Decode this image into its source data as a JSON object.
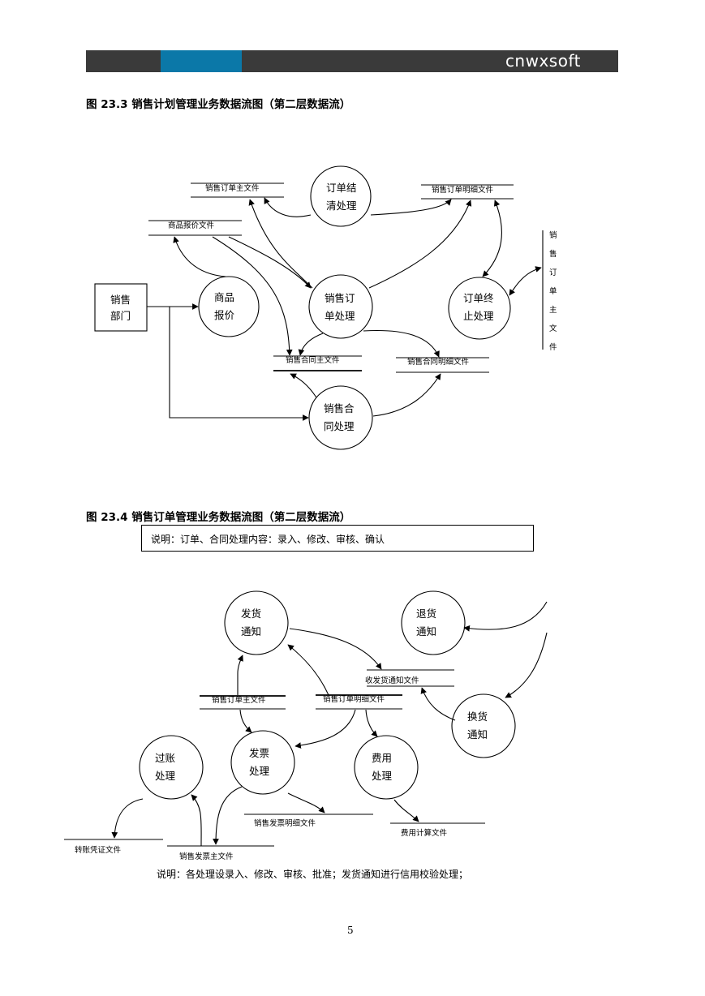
{
  "header": {
    "brand": "cnwxsoft"
  },
  "figure1": {
    "title": "图 23.3  销售计划管理业务数据流图（第二层数据流）",
    "entities": {
      "sales_dept": [
        "销售",
        "部门"
      ]
    },
    "processes": {
      "order_settle": [
        "订单结",
        "清处理"
      ],
      "quote": [
        "商品",
        "报价"
      ],
      "order_proc": [
        "销售订",
        "单处理"
      ],
      "order_end": [
        "订单终",
        "止处理"
      ],
      "contract_proc": [
        "销售合",
        "同处理"
      ]
    },
    "stores": {
      "order_main": "销售订单主文件",
      "order_detail": "销售订单明细文件",
      "price_file": "商品报价文件",
      "contract_main": "销售合同主文件",
      "contract_detail": "销售合同明细文件",
      "vertical_order_main": [
        "销",
        "售",
        "订",
        "单",
        "主",
        "文",
        "件"
      ]
    }
  },
  "figure2": {
    "title": "图 23.4 销售订单管理业务数据流图（第二层数据流）",
    "note": "说明：订单、合同处理内容：录入、修改、审核、确认",
    "processes": {
      "ship_notice": [
        "发货",
        "通知"
      ],
      "return_notice": [
        "退货",
        "通知"
      ],
      "exchange_notice": [
        "换货",
        "通知"
      ],
      "posting": [
        "过账",
        "处理"
      ],
      "invoice": [
        "发票",
        "处理"
      ],
      "expense": [
        "费用",
        "处理"
      ]
    },
    "stores": {
      "ship_notice_file": "收发货通知文件",
      "order_main": "销售订单主文件",
      "order_detail": "销售订单明细文件",
      "invoice_detail": "销售发票明细文件",
      "expense_calc": "费用计算文件",
      "transfer_voucher": "转账凭证文件",
      "invoice_main": "销售发票主文件"
    },
    "bottom_note": "说明：各处理设录入、修改、审核、批准；发货通知进行信用校验处理；"
  },
  "page_number": "5"
}
